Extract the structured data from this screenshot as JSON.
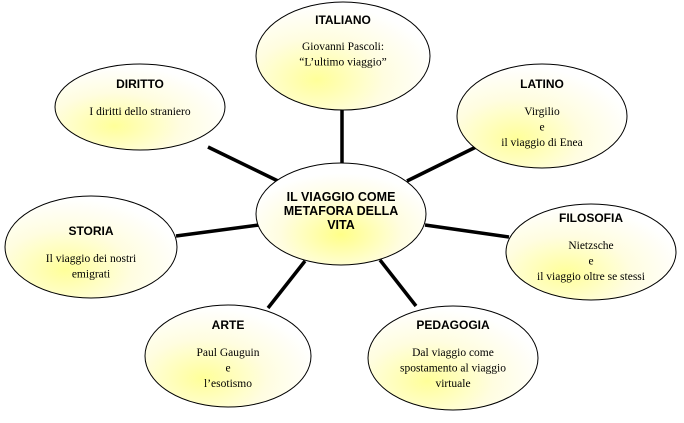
{
  "center": {
    "lines": [
      "IL VIAGGIO COME",
      "METAFORA DELLA",
      "VITA"
    ]
  },
  "nodes": [
    {
      "id": "italiano",
      "title": "ITALIANO",
      "lines": [
        "Giovanni  Pascoli:",
        "“L’ultimo viaggio”"
      ]
    },
    {
      "id": "diritto",
      "title": "DIRITTO",
      "lines": [
        "I diritti dello straniero"
      ]
    },
    {
      "id": "latino",
      "title": "LATINO",
      "lines": [
        "Virgilio",
        "e",
        "il viaggio di Enea"
      ]
    },
    {
      "id": "storia",
      "title": "STORIA",
      "lines": [
        "Il viaggio dei nostri",
        "emigrati"
      ]
    },
    {
      "id": "filosofia",
      "title": "FILOSOFIA",
      "lines": [
        "Nietzsche",
        "e",
        "il viaggio oltre se stessi"
      ]
    },
    {
      "id": "arte",
      "title": "ARTE",
      "lines": [
        "Paul Gauguin",
        "e",
        "l’esotismo"
      ]
    },
    {
      "id": "pedagogia",
      "title": "PEDAGOGIA",
      "lines": [
        "Dal viaggio come",
        "spostamento al viaggio",
        "virtuale"
      ]
    }
  ],
  "colors": {
    "fill_highlight": "#ffff99",
    "fill_base": "#ffffff",
    "stroke": "#000000"
  }
}
